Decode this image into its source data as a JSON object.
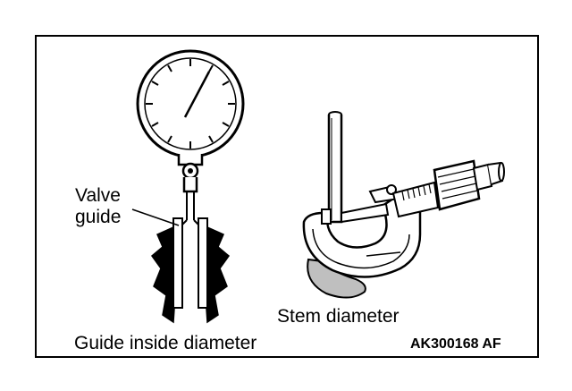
{
  "labels": {
    "valve_guide_line1": "Valve",
    "valve_guide_line2": "guide",
    "guide_inside_diameter": "Guide inside diameter",
    "stem_diameter": "Stem diameter",
    "figure_code": "AK300168 AF"
  },
  "icons": [
    "dial-bore-gauge-icon",
    "valve-guide-icon",
    "valve-stem-icon",
    "micrometer-icon"
  ],
  "colors": {
    "ink": "#000000",
    "paper": "#ffffff",
    "shade": "#bfbfbf"
  }
}
